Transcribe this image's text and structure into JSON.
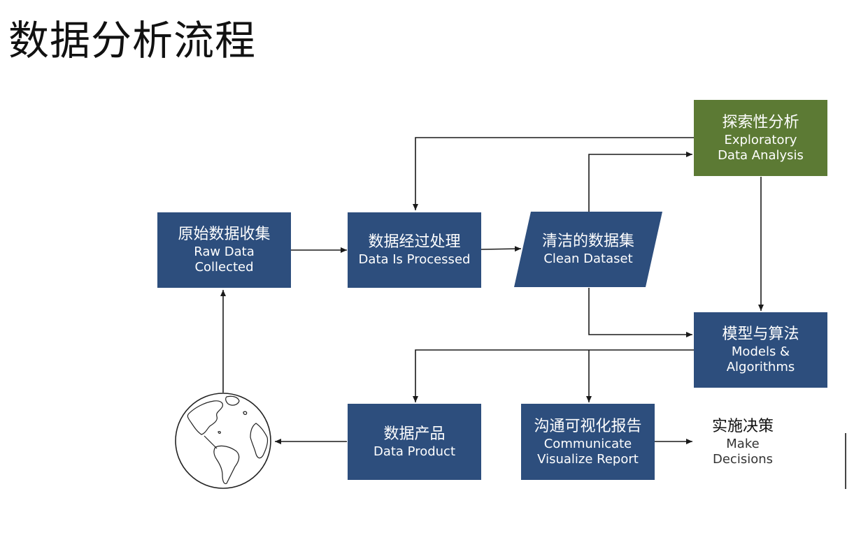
{
  "title": "数据分析流程",
  "nodes": {
    "raw": {
      "zh": "原始数据收集",
      "en1": "Raw Data",
      "en2": "Collected"
    },
    "processed": {
      "zh": "数据经过处理",
      "en1": "Data Is Processed"
    },
    "clean": {
      "zh": "清洁的数据集",
      "en1": "Clean Dataset"
    },
    "eda": {
      "zh": "探索性分析",
      "en1": "Exploratory",
      "en2": "Data Analysis"
    },
    "models": {
      "zh": "模型与算法",
      "en1": "Models &",
      "en2": "Algorithms"
    },
    "product": {
      "zh": "数据产品",
      "en1": "Data Product"
    },
    "communicate": {
      "zh": "沟通可视化报告",
      "en1": "Communicate",
      "en2": "Visualize Report"
    },
    "decisions": {
      "zh": "实施决策",
      "en1": "Make",
      "en2": "Decisions"
    }
  },
  "colors": {
    "box": "#2d4e7d",
    "eda": "#5c7a34",
    "line": "#1a1a1a"
  },
  "icons": {
    "world": "globe-icon"
  }
}
